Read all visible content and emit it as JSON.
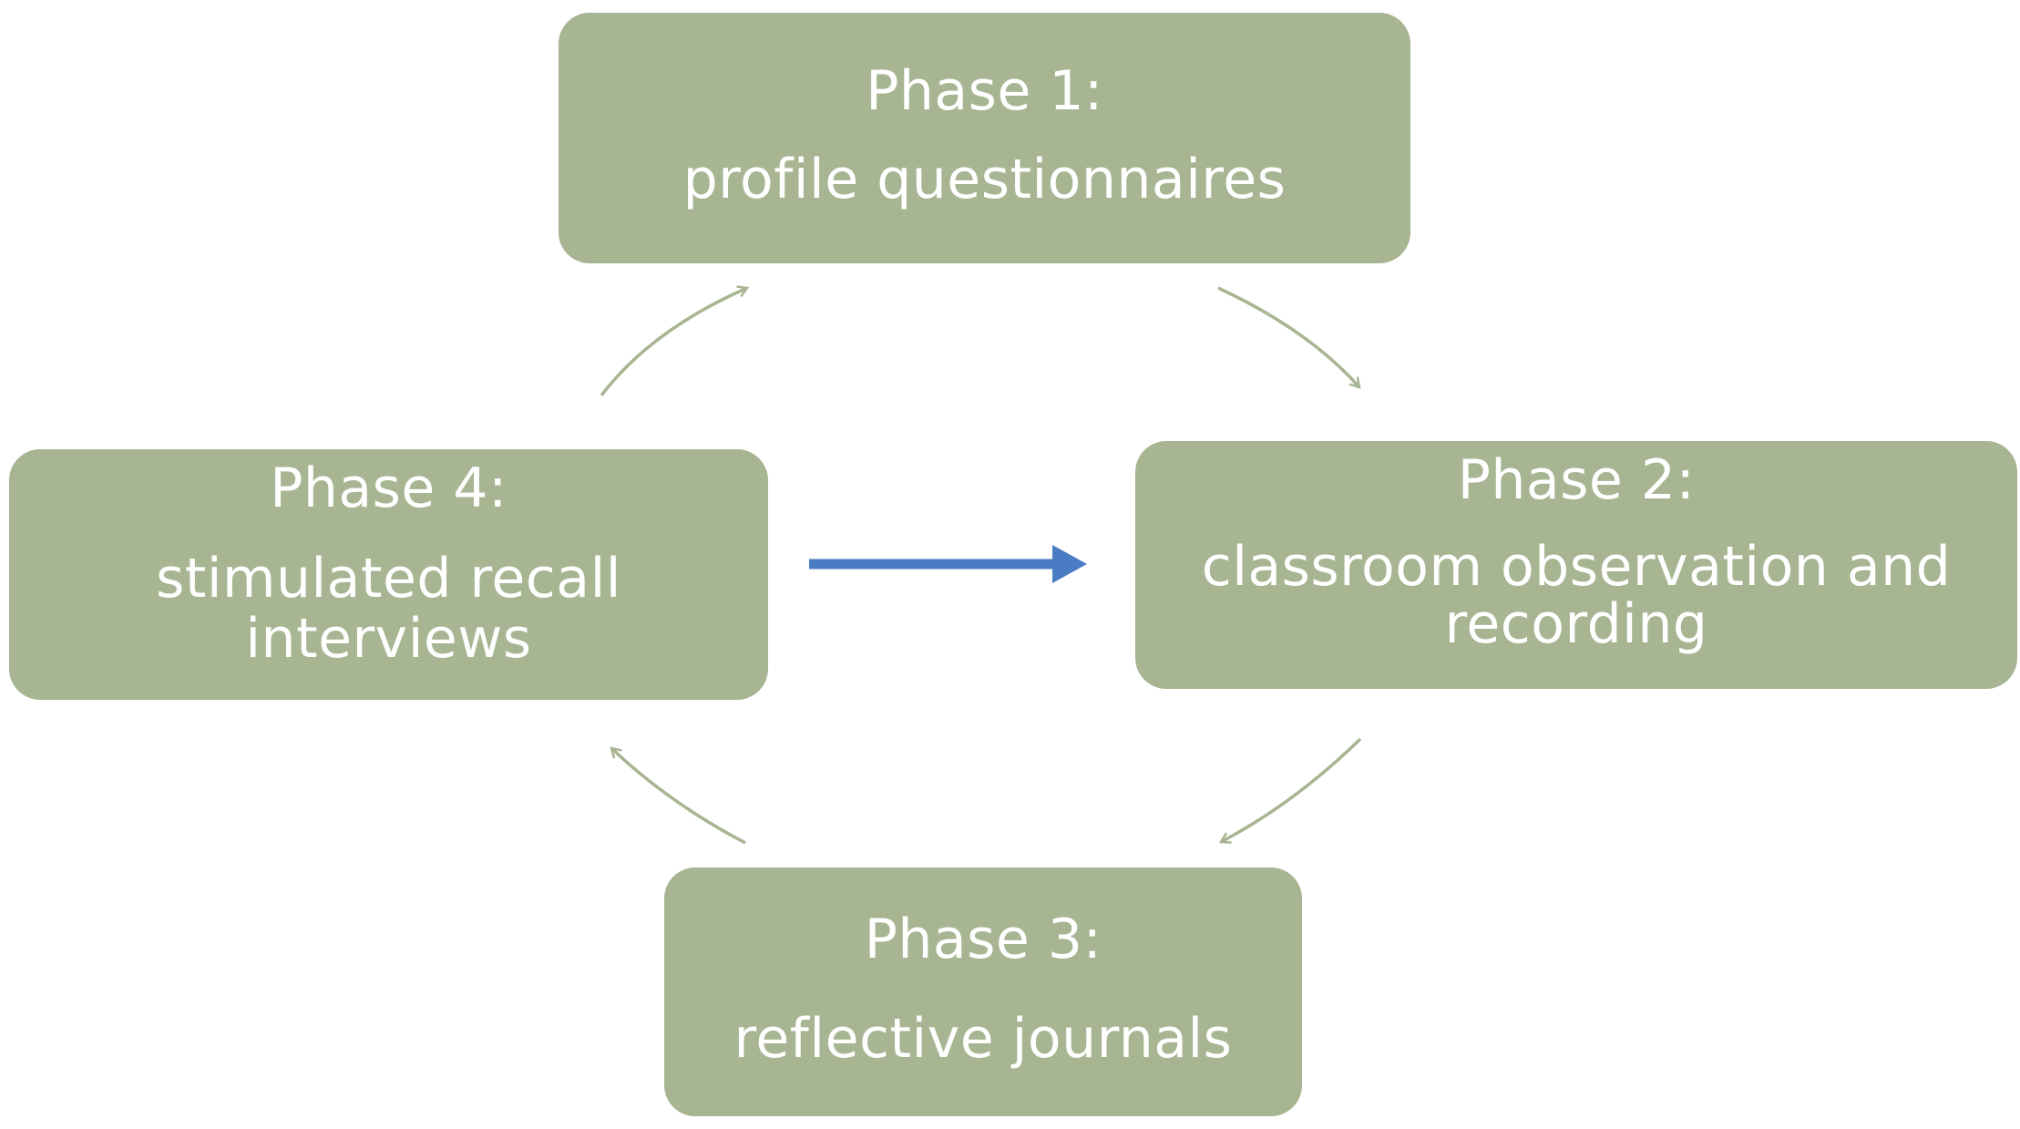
{
  "colors": {
    "box_fill": "#a7b592",
    "box_text": "#ffffff",
    "cycle_arrow": "#a7b592",
    "center_arrow": "#4a7cc4"
  },
  "phases": [
    {
      "label": "Phase 1:",
      "description": "profile questionnaires"
    },
    {
      "label": "Phase 2:",
      "description": "classroom observation and recording"
    },
    {
      "label": "Phase 3:",
      "description": "reflective journals"
    },
    {
      "label": "Phase 4:",
      "description": "stimulated recall interviews"
    }
  ]
}
